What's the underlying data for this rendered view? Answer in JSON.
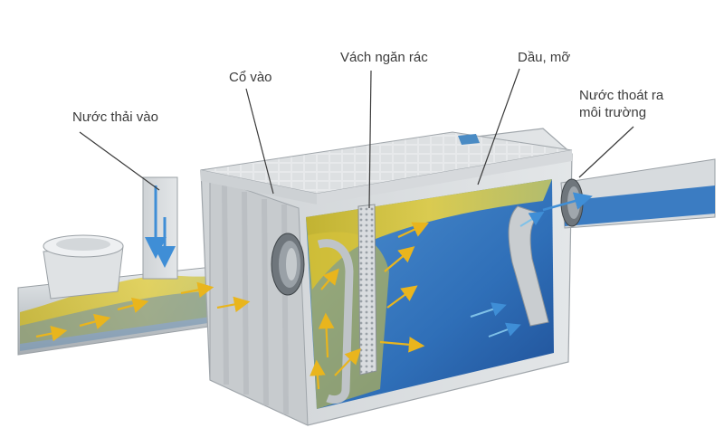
{
  "labels": {
    "inlet_water": "Nước thải vào",
    "inlet_neck": "Cổ vào",
    "trash_baffle": "Vách ngăn rác",
    "oil_grease": "Dầu, mỡ",
    "outlet_line1": "Nước thoát ra",
    "outlet_line2": "môi trường"
  },
  "colors": {
    "tank_body": "#d5d9dc",
    "tank_lid": "#e6e8ea",
    "water_blue": "#2f6fb8",
    "grease_yellow": "#d8c23a",
    "flow_arrow": "#e9b51d",
    "inlet_arrow": "#3f8ed6",
    "leader_line": "#3a3a3a"
  }
}
